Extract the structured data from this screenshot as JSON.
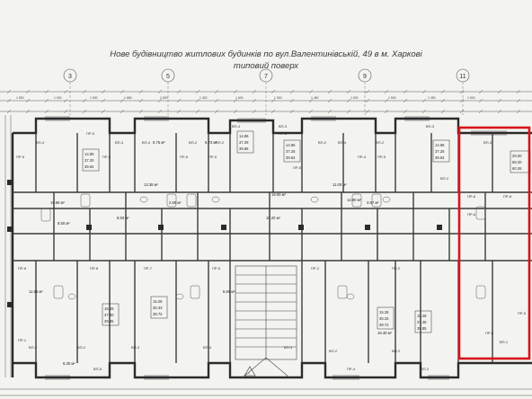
{
  "header": {
    "title_line1": "Нове будівництво житлових будинків по вул.Валентинівській,  49 в м. Харкові",
    "title_line2": "типовий поверх"
  },
  "axes": [
    "3",
    "5",
    "7",
    "9",
    "11"
  ],
  "top_dims": [
    "1 800",
    "1 000",
    "1 500",
    "1 680",
    "1 600",
    "1 300",
    "1 600",
    "1 300",
    "1 480",
    "1 500",
    "1 500",
    "1 050",
    "1 500"
  ],
  "wall_labels": [
    "ВП-4",
    "ВП-3",
    "ВП-4",
    "ВП-2",
    "ВП-2",
    "ВП-4",
    "ВП-3",
    "ВП-2",
    "ВП-4",
    "ВП-2",
    "ВП-3",
    "ВП-3",
    "ВП-2"
  ],
  "top_window_labels": [
    "ПР-5",
    "ПР-5",
    "ПР-5",
    "ПР-6",
    "ПР-5",
    "ПР-6",
    "ПР-5",
    "ПР-4",
    "ПР-5",
    "ПР-8",
    "ПР-8",
    "ПР-6"
  ],
  "top_areas": [
    [
      "14.90",
      "37.20",
      "39.64"
    ],
    [
      "14.96",
      "37.29",
      "39.85"
    ],
    [
      "14.96",
      "37.25",
      "39.64"
    ],
    [
      "14.96",
      "37.25",
      "39.64"
    ],
    [
      "29.00",
      "58.20",
      "60.26"
    ]
  ],
  "room_areas": [
    "5.75 м²",
    "19.68 м²",
    "13.38 м²",
    "8.50 м²",
    "2.55 м²",
    "19.00 м²",
    "6.73 м²",
    "14.90 м²",
    "11.00 м²",
    "3.97 м²",
    "8.83 м²",
    "10.20 м²",
    "11.58 м²",
    "6.68 м²",
    "16.40 м²",
    "6.30 м²"
  ],
  "bottom_areas": [
    [
      "15.28",
      "37.40",
      "39.85"
    ],
    [
      "15.28",
      "36.33",
      "38.72"
    ],
    [
      "15.28",
      "36.33",
      "38.72"
    ],
    [
      "15.28",
      "37.48",
      "39.85"
    ]
  ],
  "bottom_labels": [
    "ВП-2",
    "ВП-2",
    "ВП-5",
    "ВП-3",
    "ВП-4",
    "ВП-3",
    "ВП-2",
    "ВП-2",
    "ВП-2",
    "ВП-1"
  ],
  "bottom_window_labels": [
    "ПР-8",
    "ПР-1",
    "ПР-8",
    "ПР-7",
    "ПР-5",
    "ПР-2",
    "ПР-2",
    "ПР-4",
    "ПР-5",
    "ПР-5"
  ],
  "colors": {
    "paper": "#f3f3f0",
    "ink": "#3a3a3a",
    "highlight": "#d9131b"
  }
}
